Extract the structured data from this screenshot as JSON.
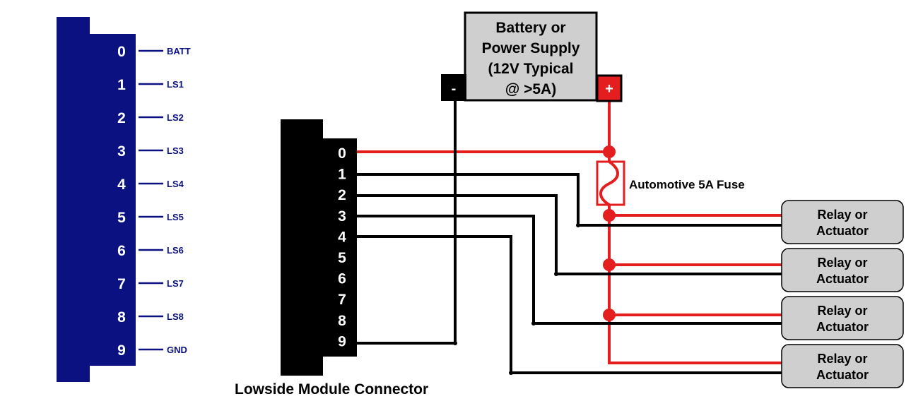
{
  "left_connector": {
    "pins": [
      {
        "number": "0",
        "label": "BATT"
      },
      {
        "number": "1",
        "label": "LS1"
      },
      {
        "number": "2",
        "label": "LS2"
      },
      {
        "number": "3",
        "label": "LS3"
      },
      {
        "number": "4",
        "label": "LS4"
      },
      {
        "number": "5",
        "label": "LS5"
      },
      {
        "number": "6",
        "label": "LS6"
      },
      {
        "number": "7",
        "label": "LS7"
      },
      {
        "number": "8",
        "label": "LS8"
      },
      {
        "number": "9",
        "label": "GND"
      }
    ],
    "color": "#0b1180"
  },
  "module_connector": {
    "pins": [
      "0",
      "1",
      "2",
      "3",
      "4",
      "5",
      "6",
      "7",
      "8",
      "9"
    ],
    "caption": "Lowside Module Connector"
  },
  "power_supply": {
    "lines": [
      "Battery or",
      "Power Supply",
      "(12V Typical",
      "@ >5A)"
    ],
    "negative": "-",
    "positive": "+"
  },
  "fuse_label": "Automotive 5A Fuse",
  "loads": [
    {
      "lines": [
        "Relay or",
        "Actuator"
      ]
    },
    {
      "lines": [
        "Relay or",
        "Actuator"
      ]
    },
    {
      "lines": [
        "Relay or",
        "Actuator"
      ]
    },
    {
      "lines": [
        "Relay or",
        "Actuator"
      ]
    }
  ],
  "colors": {
    "positive_wire": "#e41e1e",
    "ground_wire": "#000000",
    "box_fill": "#cfcfcf"
  }
}
